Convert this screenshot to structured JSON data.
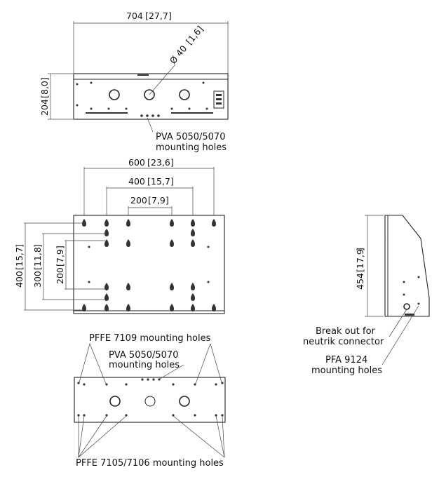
{
  "top_view": {
    "width_dim": "704",
    "width_dim_in": "27,7",
    "height_dim": "204",
    "height_dim_in": "8,0",
    "diameter_dim": "Ø 40",
    "diameter_dim_in": "1,6",
    "pva_label_line1": "PVA 5050/5070",
    "pva_label_line2": "mounting holes"
  },
  "front_view": {
    "dim_600": "600",
    "dim_600_in": "23,6",
    "dim_400": "400",
    "dim_400_in": "15,7",
    "dim_200": "200",
    "dim_200_in": "7,9",
    "vdim_400": "400",
    "vdim_400_in": "15,7",
    "vdim_300": "300",
    "vdim_300_in": "11,8",
    "vdim_200": "200",
    "vdim_200_in": "7,9"
  },
  "side_view": {
    "height_dim": "454",
    "height_dim_in": "17,9",
    "neutrik_line1": "Break out for",
    "neutrik_line2": "neutrik connector",
    "pfa_line1": "PFA 9124",
    "pfa_line2": "mounting holes"
  },
  "bottom_view": {
    "pffe7109_label": "PFFE 7109 mounting holes",
    "pva_line1": "PVA 5050/5070",
    "pva_line2": "mounting holes",
    "pffe7105_label": "PFFE 7105/7106 mounting holes"
  }
}
